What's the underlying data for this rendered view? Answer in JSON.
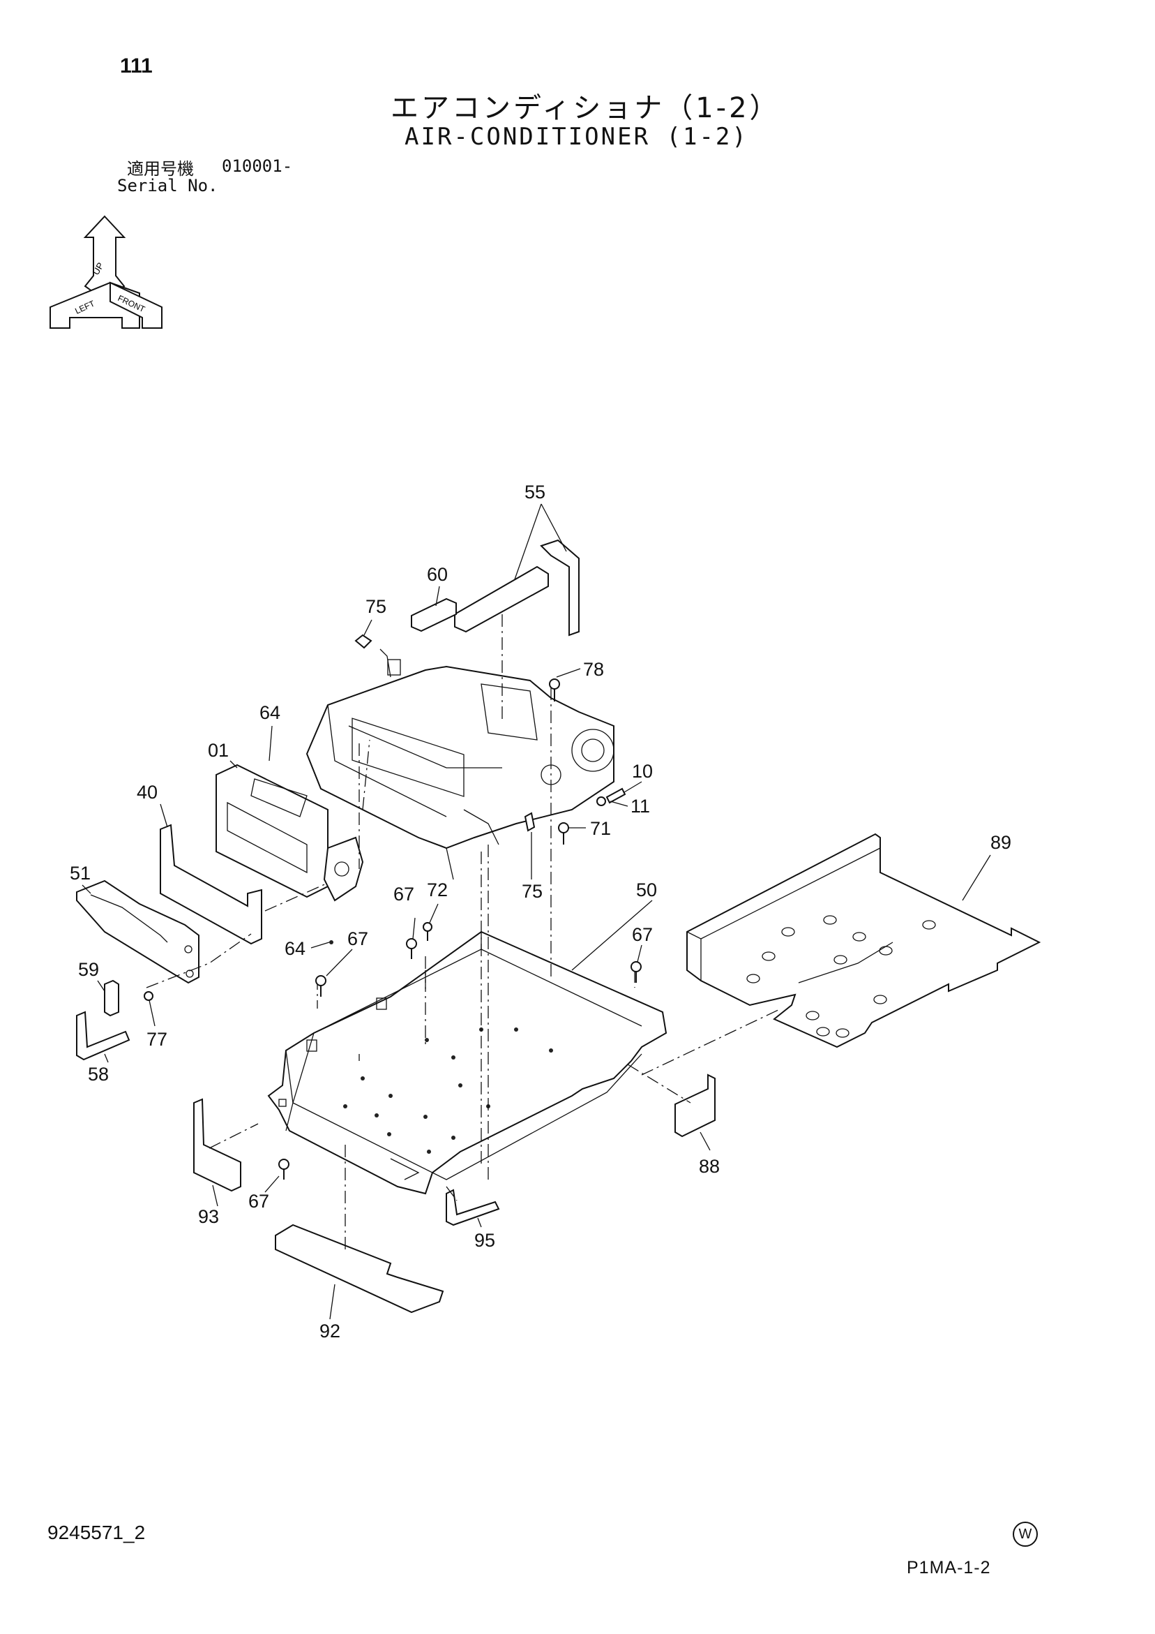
{
  "header": {
    "page_number": "111",
    "title_jp": "エアコンディショナ（1-2）",
    "title_en": "AIR-CONDITIONER (1-2)",
    "serial_label_jp": "適用号機",
    "serial_value": "010001-",
    "serial_label_en": "Serial No."
  },
  "orientation": {
    "up": "UP",
    "front": "FRONT",
    "left": "LEFT"
  },
  "callouts": {
    "c55": "55",
    "c60": "60",
    "c75a": "75",
    "c78": "78",
    "c64a": "64",
    "c01": "01",
    "c10": "10",
    "c11": "11",
    "c40": "40",
    "c71": "71",
    "c89": "89",
    "c51": "51",
    "c75b": "75",
    "c50": "50",
    "c67a": "67",
    "c72": "72",
    "c67b": "67",
    "c64b": "64",
    "c67c": "67",
    "c59": "59",
    "c77": "77",
    "c58": "58",
    "c88": "88",
    "c93": "93",
    "c67d": "67",
    "c95": "95",
    "c92": "92"
  },
  "footer": {
    "doc_number": "9245571_2",
    "page_code": "P1MA-1-2",
    "mark": "W"
  }
}
